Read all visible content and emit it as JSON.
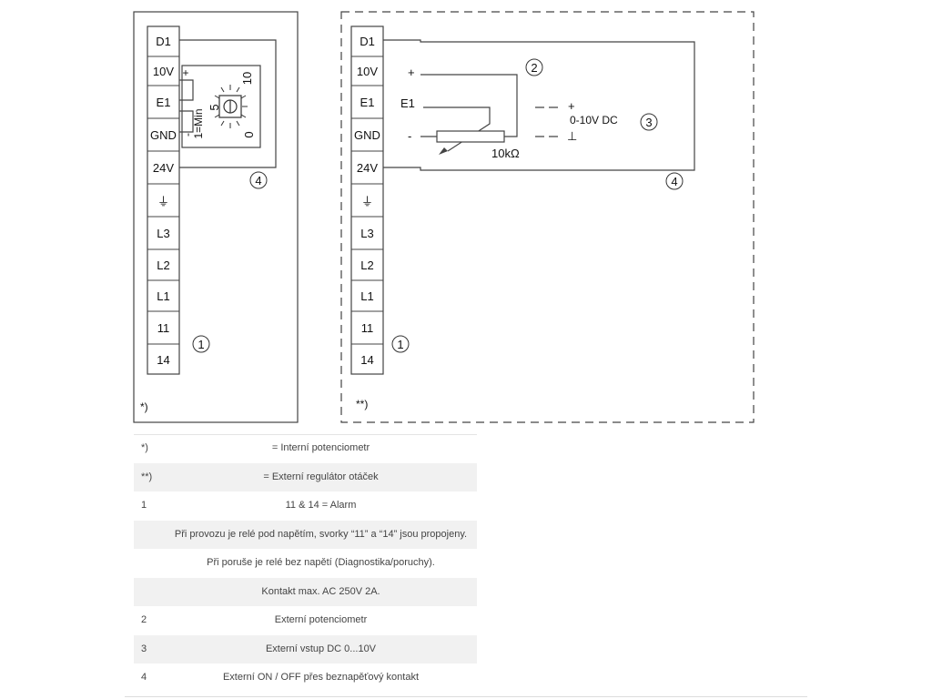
{
  "left_panel": {
    "terminals": [
      "D1",
      "10V",
      "E1",
      "GND",
      "24V",
      "⏚",
      "L3",
      "L2",
      "L1",
      "11",
      "14"
    ],
    "pot_labels": {
      "plus": "+",
      "minus": "-",
      "min": "1=Min",
      "five": "5",
      "ten": "10",
      "zero": "0"
    },
    "callout_1": "1",
    "callout_4": "4",
    "footnote": "*)"
  },
  "right_panel": {
    "terminals": [
      "D1",
      "10V",
      "E1",
      "GND",
      "24V",
      "⏚",
      "L3",
      "L2",
      "L1",
      "11",
      "14"
    ],
    "plus": "+",
    "e1": "E1",
    "minus": "-",
    "resistor": "10kΩ",
    "voltage_plus": "+",
    "voltage_minus": "⊥",
    "voltage_range": "0-10V DC",
    "callout_1": "1",
    "callout_2": "2",
    "callout_3": "3",
    "callout_4": "4",
    "footnote": "**)"
  },
  "legend": [
    {
      "key": "*)",
      "value": "= Interní potenciometr"
    },
    {
      "key": "**)",
      "value": "= Externí regulátor otáček"
    },
    {
      "key": "1",
      "value": "11 & 14 = Alarm"
    },
    {
      "key": "",
      "value": "Při provozu je relé pod napětím, svorky “11” a “14” jsou propojeny."
    },
    {
      "key": "",
      "value": "Při poruše je relé bez napětí (Diagnostika/poruchy)."
    },
    {
      "key": "",
      "value": "Kontakt max. AC 250V 2A."
    },
    {
      "key": "2",
      "value": "Externí potenciometr"
    },
    {
      "key": "3",
      "value": "Externí vstup DC 0...10V"
    },
    {
      "key": "4",
      "value": "Externí ON / OFF přes beznapěťový kontakt"
    }
  ]
}
